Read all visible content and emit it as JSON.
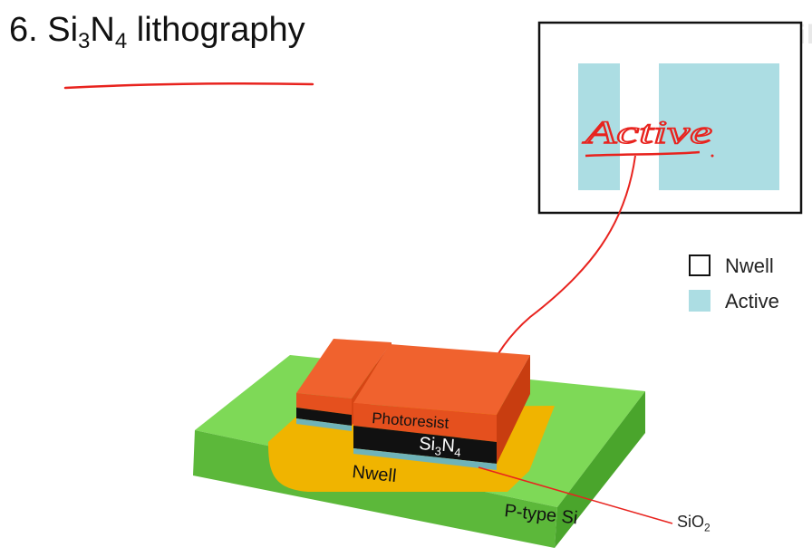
{
  "title": {
    "prefix": "6. Si",
    "sub1": "3",
    "mid": "N",
    "sub2": "4",
    "suffix": " lithography"
  },
  "watermark": "bilibili",
  "mask_annotation": "Active",
  "legend": {
    "items": [
      {
        "label": "Nwell",
        "color": "#ffffff"
      },
      {
        "label": "Active",
        "color": "#acdde3"
      }
    ]
  },
  "labels": {
    "photoresist": "Photoresist",
    "si3n4_main": "Si",
    "si3n4_sub1": "3",
    "si3n4_n": "N",
    "si3n4_sub2": "4",
    "nwell": "Nwell",
    "substrate": "P-type Si",
    "sio2_main": "SiO",
    "sio2_sub": "2"
  },
  "colors": {
    "substrate_top": "#7ed957",
    "substrate_side": "#5cb83a",
    "nwell": "#f0b400",
    "photoresist_top": "#f0622e",
    "photoresist_side": "#d64514",
    "nitride": "#111111",
    "oxide": "#6fb3b8",
    "active": "#acdde3",
    "annotation": "#e8231e"
  }
}
